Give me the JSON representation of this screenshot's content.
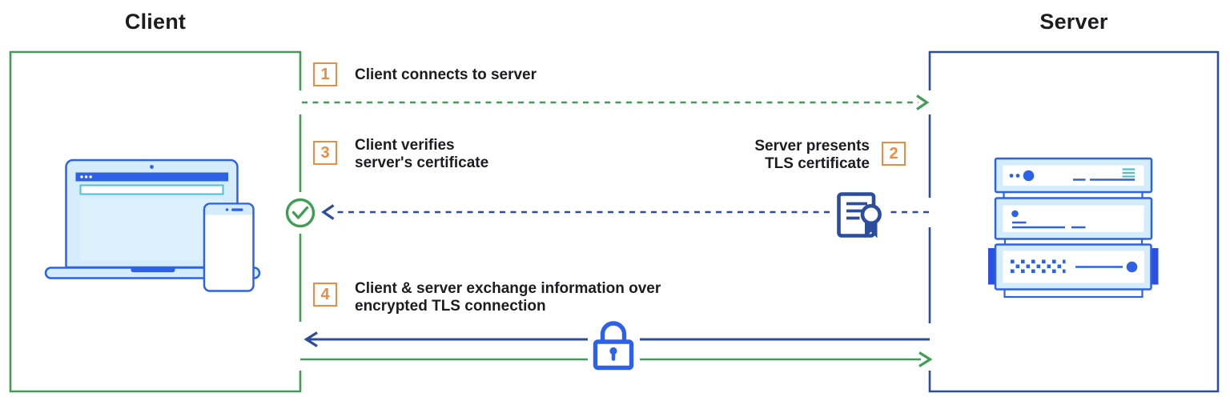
{
  "titles": {
    "client": "Client",
    "server": "Server"
  },
  "steps": [
    {
      "number": "1",
      "label": "Client connects to server"
    },
    {
      "number": "2",
      "label": "Server presents\nTLS certificate"
    },
    {
      "number": "3",
      "label": "Client verifies\nserver's certificate"
    },
    {
      "number": "4",
      "label": "Client & server exchange information over\nencrypted TLS connection"
    }
  ],
  "icons": {
    "check_circle": "verification-success-check",
    "certificate": "tls-certificate-document",
    "lock": "encrypted-connection-padlock",
    "laptop": "client-laptop-browser",
    "phone": "client-phone",
    "server_rack": "server-rack-stack"
  },
  "colors": {
    "green": "#3f9e54",
    "navy": "#2c4c9e",
    "blue": "#2d62e8",
    "blue_dark": "#2b4fe2",
    "light_blue": "#d4ecfb",
    "pale_blue": "#ddf1fd",
    "teal": "#4ec0d6",
    "orange": "#ee8b41",
    "text": "#1d1d1f",
    "background": "#ffffff"
  }
}
